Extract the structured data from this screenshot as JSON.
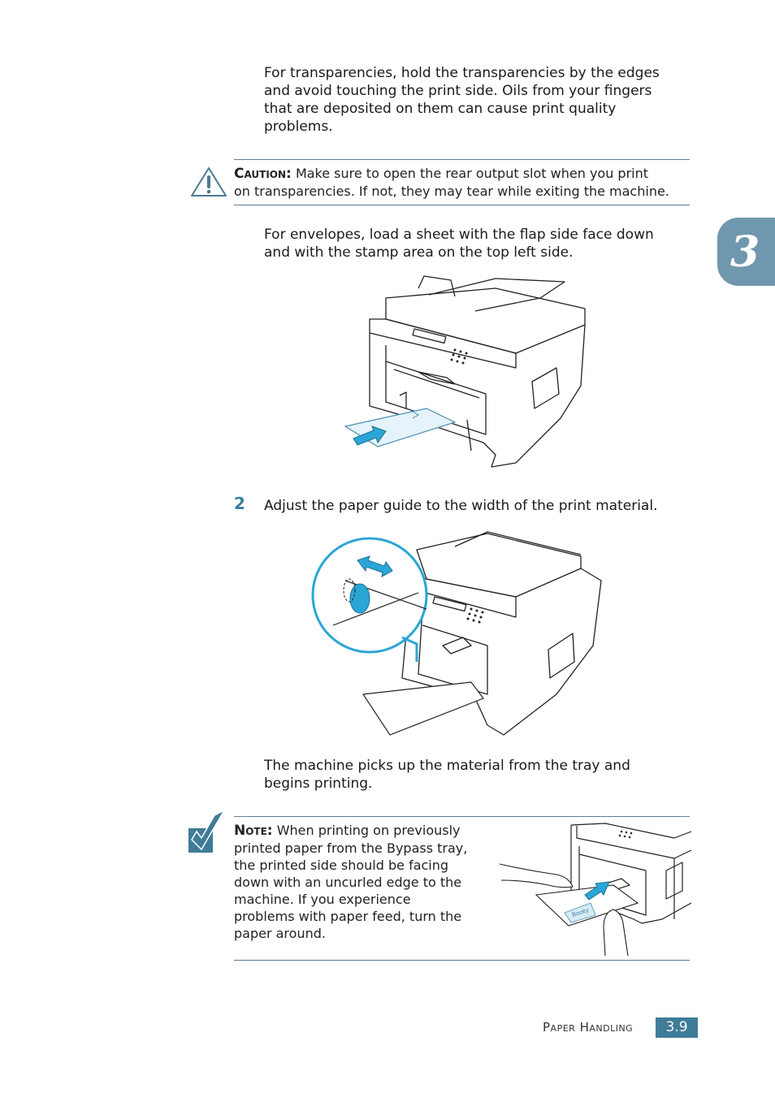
{
  "intro": {
    "transparencies": [
      "For transparencies, hold the transparencies by the edges",
      "and avoid touching the print side. Oils from your fingers",
      "that are deposited on them can cause print quality",
      "problems."
    ]
  },
  "caution": {
    "label": "Caution:",
    "lines": [
      "Make sure to open the rear output slot when you print",
      "on transparencies. If not, they may tear while exiting the machine."
    ],
    "icon": "warning-triangle-icon"
  },
  "envelopes": {
    "lines": [
      "For envelopes, load a sheet with the flap side face down",
      "and with the stamp area on the top left side."
    ]
  },
  "step2": {
    "number": "2",
    "text": "Adjust the paper guide to the width of the print material."
  },
  "after_step": {
    "lines": [
      "The machine picks up the material from the tray and",
      "begins printing."
    ]
  },
  "note": {
    "label": "Note:",
    "lines": [
      "When printing on previously",
      "printed paper from the Bypass tray,",
      "the printed side should be facing",
      "down with an uncurled edge to the",
      "machine. If you experience",
      "problems with paper feed, turn the",
      "paper around."
    ],
    "icon": "checkmark-icon",
    "paper_text": "Booky"
  },
  "chapter": {
    "number": "3"
  },
  "footer": {
    "section": "Paper Handling",
    "page": "3.9"
  },
  "colors": {
    "accent": "#3f7c98",
    "tab": "#6f97ad",
    "rule": "#5a7e96",
    "callout": "#2aa6d6"
  }
}
